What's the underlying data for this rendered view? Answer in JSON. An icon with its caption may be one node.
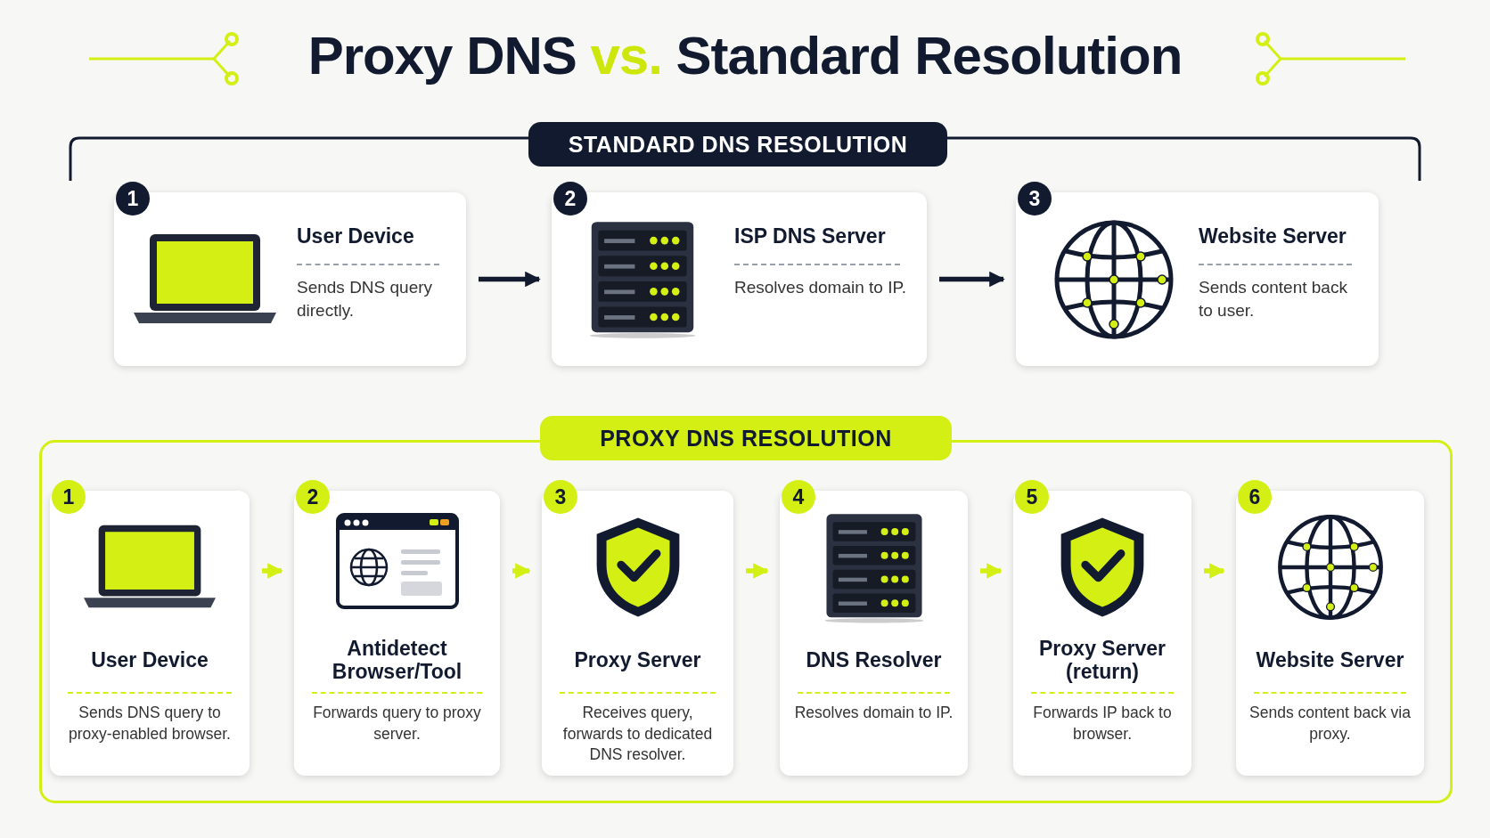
{
  "diagram": {
    "title": "Proxy DNS **vs.** Standard Resolution",
    "nodes": [
      {
        "text": [
          "STANDARD DNS RESOLUTION"
        ]
      },
      {
        "text": [
          "1",
          "User Device",
          "Sends DNS query directly."
        ]
      },
      {
        "text": [
          "2",
          "ISP DNS Server",
          "Resolves domain to IP."
        ]
      },
      {
        "text": [
          "3",
          "Website Server",
          "Sends content back to user."
        ]
      },
      {
        "text": [
          "PROXY DNS RESOLUTION"
        ]
      },
      {
        "text": [
          "1",
          "User Device",
          "Sends DNS query to proxy-enabled browser."
        ],
        "in": 4
      },
      {
        "text": [
          "2",
          "Antidetect Browser/Tool",
          "Forwards query to proxy server."
        ],
        "in": 4
      },
      {
        "text": [
          "3",
          "Proxy Server",
          "Receives query, forwards to dedicated DNS resolver."
        ],
        "in": 4
      },
      {
        "text": [
          "4",
          "DNS Resolver",
          "Resolves domain to IP."
        ],
        "in": 4
      },
      {
        "text": [
          "5",
          "Proxy Server (return)",
          "Forwards IP back to browser."
        ],
        "in": 4
      },
      {
        "text": [
          "6",
          "Website Server",
          "Sends content back via proxy."
        ],
        "in": 4
      }
    ],
    "edges": [
      {
        "from": 1,
        "to": 2,
        "arrow": "to",
        "color": "#121a2f"
      },
      {
        "from": 2,
        "to": 3,
        "arrow": "to",
        "color": "#121a2f"
      },
      {
        "from": 5,
        "to": 6,
        "arrow": "to"
      },
      {
        "from": 6,
        "to": 7,
        "arrow": "to"
      },
      {
        "from": 7,
        "to": 8,
        "arrow": "to"
      },
      {
        "from": 8,
        "to": 9,
        "arrow": "to"
      },
      {
        "from": 9,
        "to": 10,
        "arrow": "to"
      }
    ]
  }
}
